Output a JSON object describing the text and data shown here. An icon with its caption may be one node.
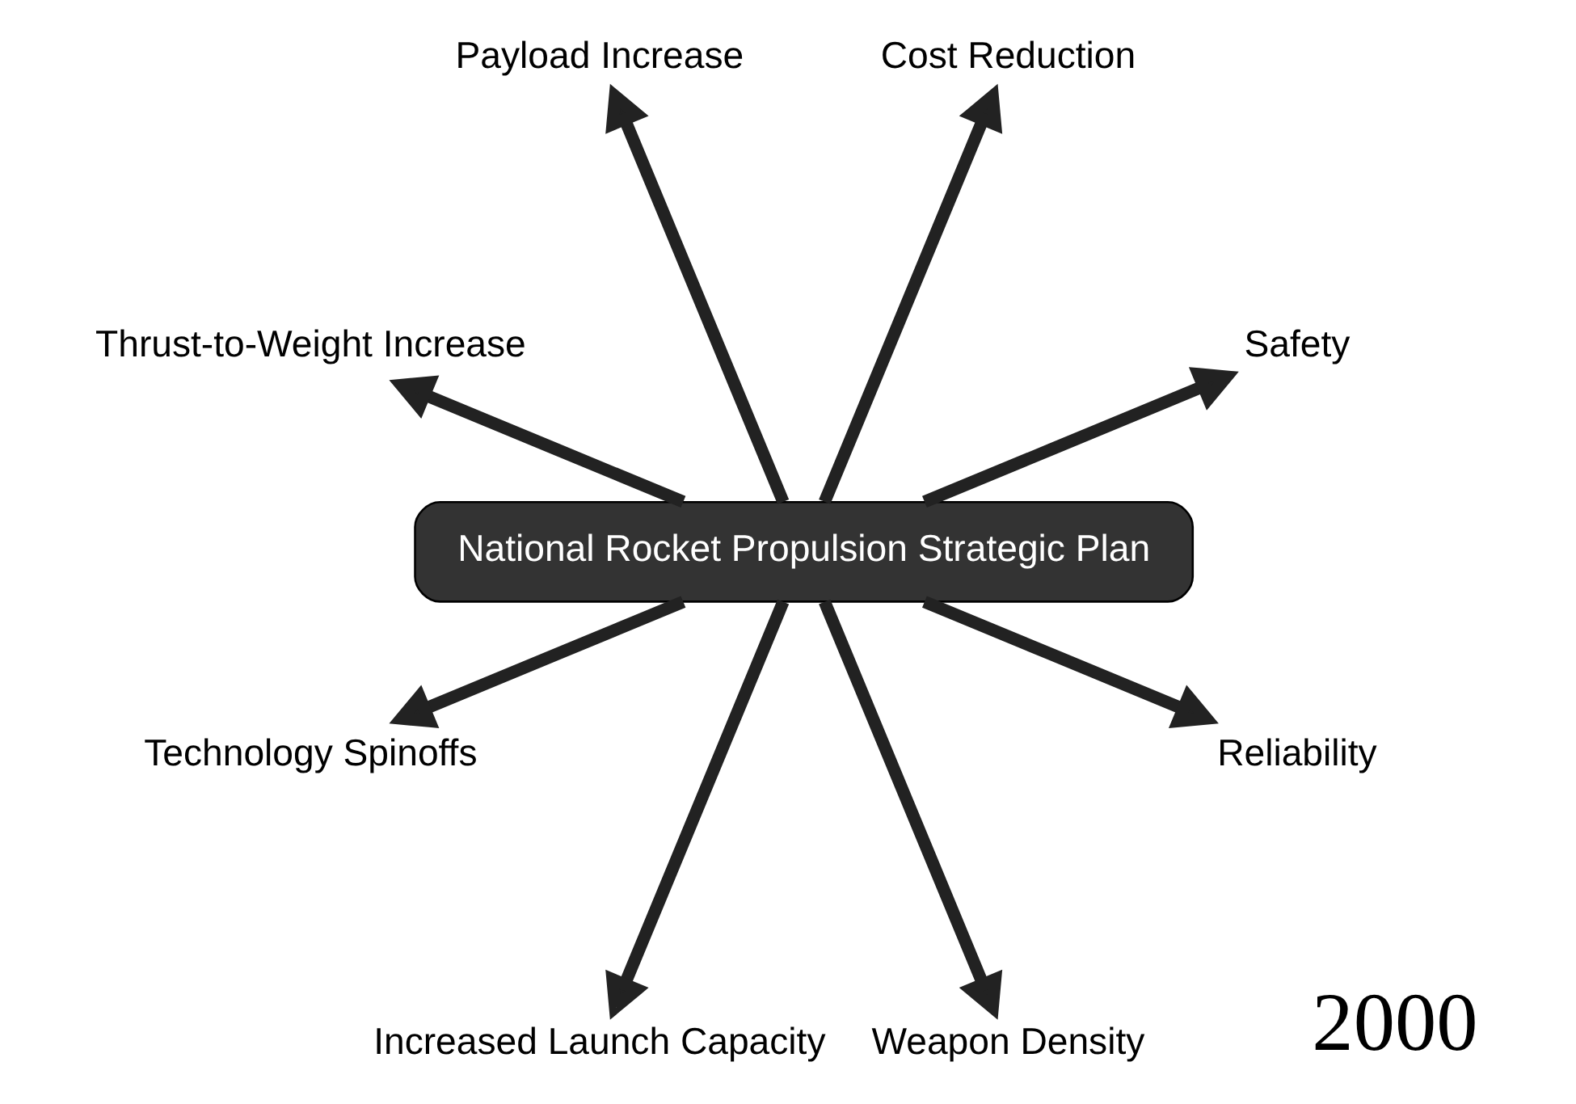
{
  "diagram": {
    "nodes": [
      {
        "text": [
          "National Rocket Propulsion Strategic Plan"
        ]
      },
      {
        "text": [
          "Safety"
        ]
      },
      {
        "text": [
          "Cost Reduction"
        ]
      },
      {
        "text": [
          "Payload Increase"
        ]
      },
      {
        "text": [
          "Thrust-to-Weight Increase"
        ]
      },
      {
        "text": [
          "Technology Spinoffs"
        ]
      },
      {
        "text": [
          "Increased Launch Capacity"
        ]
      },
      {
        "text": [
          "Weapon Density"
        ]
      },
      {
        "text": [
          "Reliability"
        ]
      }
    ],
    "edges": [
      {
        "from": 0,
        "to": 1,
        "arrow": "to"
      },
      {
        "from": 0,
        "to": 2,
        "arrow": "to"
      },
      {
        "from": 0,
        "to": 3,
        "arrow": "to"
      },
      {
        "from": 0,
        "to": 4,
        "arrow": "to"
      },
      {
        "from": 0,
        "to": 5,
        "arrow": "to"
      },
      {
        "from": 0,
        "to": 6,
        "arrow": "to"
      },
      {
        "from": 0,
        "to": 7,
        "arrow": "to"
      },
      {
        "from": 0,
        "to": 8,
        "arrow": "to"
      }
    ],
    "labels": [
      "2000"
    ]
  }
}
